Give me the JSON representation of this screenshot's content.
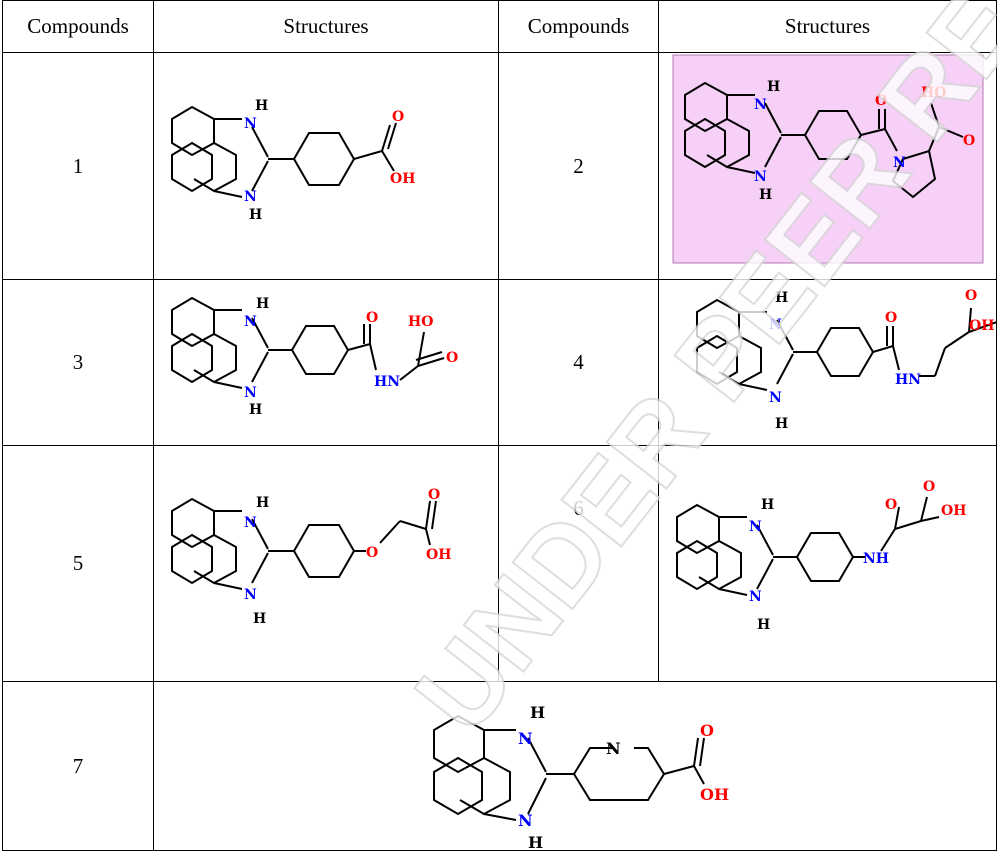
{
  "table": {
    "headers": [
      "Compounds",
      "Structures",
      "Compounds",
      "Structures"
    ],
    "rows": [
      {
        "left_id": "1",
        "right_id": "2"
      },
      {
        "left_id": "3",
        "right_id": "4"
      },
      {
        "left_id": "5",
        "right_id": "6"
      },
      {
        "left_id": "7"
      }
    ]
  },
  "atoms": {
    "N": "N",
    "H": "H",
    "O": "O",
    "OH": "OH",
    "HO": "HO",
    "HN": "HN",
    "NH": "NH"
  },
  "highlight_color": "#f7d0f7",
  "watermark": "UNDER PEER REVIEW"
}
